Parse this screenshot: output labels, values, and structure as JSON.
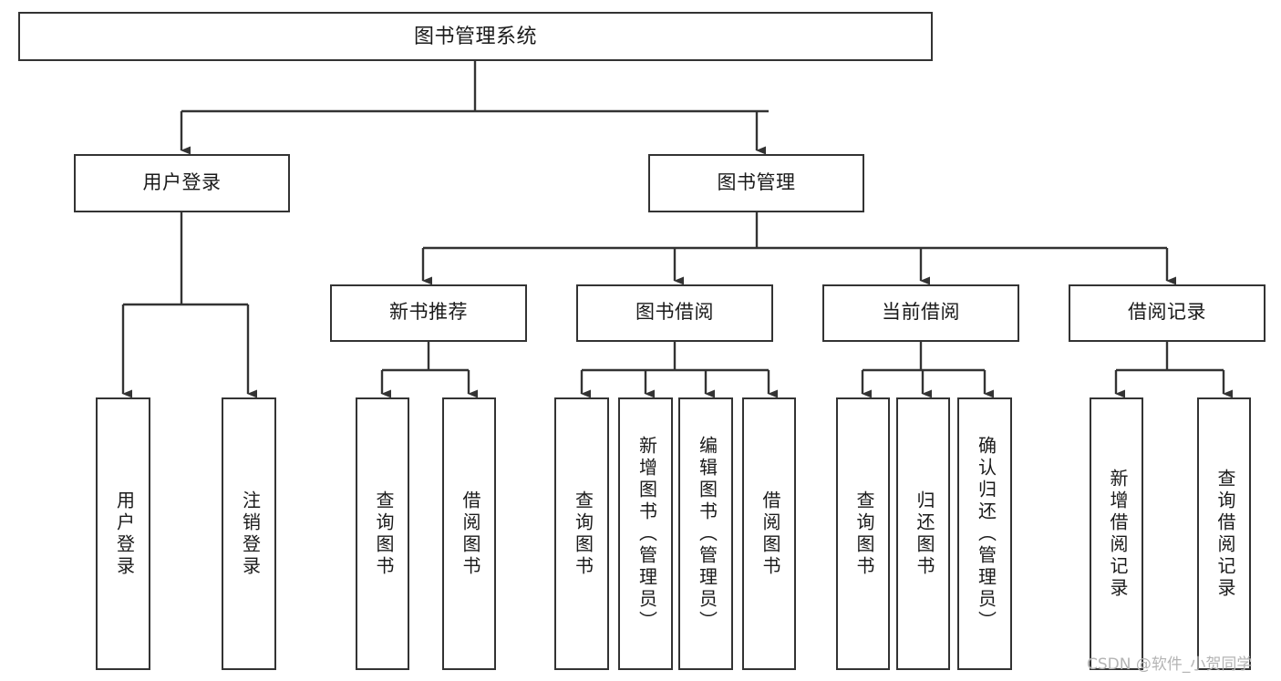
{
  "diagram": {
    "type": "tree-hierarchy",
    "title": "图书管理系统",
    "watermark": "CSDN @软件_小贺同学",
    "colors": {
      "background": "#ffffff",
      "box_border": "#333333",
      "box_fill": "#ffffff",
      "text": "#1a1a1a",
      "connector": "#333333",
      "watermark": "#b4b4b4"
    },
    "levels": {
      "root": "图书管理系统",
      "level2": [
        "用户登录",
        "图书管理"
      ],
      "level3": [
        "新书推荐",
        "图书借阅",
        "当前借阅",
        "借阅记录"
      ]
    },
    "nodes": {
      "root": {
        "label": "图书管理系统",
        "orientation": "horizontal"
      },
      "user_login": {
        "label": "用户登录",
        "orientation": "horizontal"
      },
      "book_manage": {
        "label": "图书管理",
        "orientation": "horizontal"
      },
      "new_book_rec": {
        "label": "新书推荐",
        "orientation": "horizontal"
      },
      "book_borrow": {
        "label": "图书借阅",
        "orientation": "horizontal"
      },
      "current_borrow": {
        "label": "当前借阅",
        "orientation": "horizontal"
      },
      "borrow_record": {
        "label": "借阅记录",
        "orientation": "horizontal"
      },
      "leaf_user_login": {
        "label": "用户登录",
        "orientation": "vertical"
      },
      "leaf_logout": {
        "label": "注销登录",
        "orientation": "vertical"
      },
      "leaf_query_book_1": {
        "label": "查询图书",
        "orientation": "vertical"
      },
      "leaf_borrow_book_1": {
        "label": "借阅图书",
        "orientation": "vertical"
      },
      "leaf_query_book_2": {
        "label": "查询图书",
        "orientation": "vertical"
      },
      "leaf_add_book": {
        "label": "新增图书（管理员）",
        "orientation": "vertical"
      },
      "leaf_edit_book": {
        "label": "编辑图书（管理员）",
        "orientation": "vertical"
      },
      "leaf_borrow_book_2": {
        "label": "借阅图书",
        "orientation": "vertical"
      },
      "leaf_query_book_3": {
        "label": "查询图书",
        "orientation": "vertical"
      },
      "leaf_return_book": {
        "label": "归还图书",
        "orientation": "vertical"
      },
      "leaf_confirm_return": {
        "label": "确认归还（管理员）",
        "orientation": "vertical"
      },
      "leaf_add_record": {
        "label": "新增借阅记录",
        "orientation": "vertical"
      },
      "leaf_query_record": {
        "label": "查询借阅记录",
        "orientation": "vertical"
      }
    },
    "edges": [
      {
        "from": "图书管理系统",
        "to": "用户登录"
      },
      {
        "from": "图书管理系统",
        "to": "图书管理"
      },
      {
        "from": "用户登录",
        "to": "用户登录"
      },
      {
        "from": "用户登录",
        "to": "注销登录"
      },
      {
        "from": "图书管理",
        "to": "新书推荐"
      },
      {
        "from": "图书管理",
        "to": "图书借阅"
      },
      {
        "from": "图书管理",
        "to": "当前借阅"
      },
      {
        "from": "图书管理",
        "to": "借阅记录"
      },
      {
        "from": "新书推荐",
        "to": "查询图书"
      },
      {
        "from": "新书推荐",
        "to": "借阅图书"
      },
      {
        "from": "图书借阅",
        "to": "查询图书"
      },
      {
        "from": "图书借阅",
        "to": "新增图书（管理员）"
      },
      {
        "from": "图书借阅",
        "to": "编辑图书（管理员）"
      },
      {
        "from": "图书借阅",
        "to": "借阅图书"
      },
      {
        "from": "当前借阅",
        "to": "查询图书"
      },
      {
        "from": "当前借阅",
        "to": "归还图书"
      },
      {
        "from": "当前借阅",
        "to": "确认归还（管理员）"
      },
      {
        "from": "借阅记录",
        "to": "新增借阅记录"
      },
      {
        "from": "借阅记录",
        "to": "查询借阅记录"
      }
    ]
  }
}
